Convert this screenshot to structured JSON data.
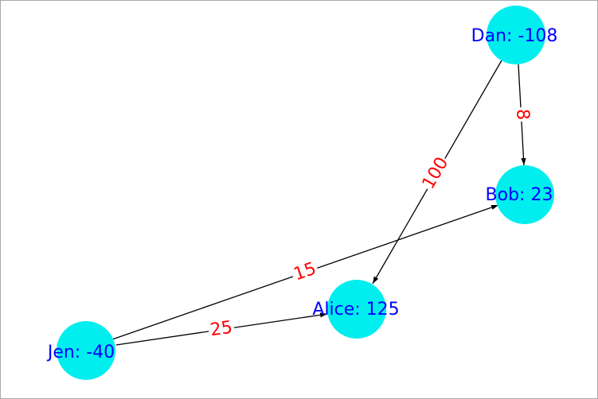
{
  "colors": {
    "node_fill": "#00eeee",
    "node_label": "#0000ff",
    "edge_label": "#ff0000",
    "edge": "#000000",
    "frame": "#a9a9a9"
  },
  "nodes": [
    {
      "id": "dan",
      "label": "Dan: -108"
    },
    {
      "id": "bob",
      "label": "Bob: 23"
    },
    {
      "id": "alice",
      "label": "Alice: 125"
    },
    {
      "id": "jen",
      "label": "Jen: -40"
    }
  ],
  "edges": [
    {
      "from": "dan",
      "to": "bob",
      "weight": "8"
    },
    {
      "from": "dan",
      "to": "alice",
      "weight": "100"
    },
    {
      "from": "jen",
      "to": "bob",
      "weight": "15"
    },
    {
      "from": "jen",
      "to": "alice",
      "weight": "25"
    }
  ]
}
